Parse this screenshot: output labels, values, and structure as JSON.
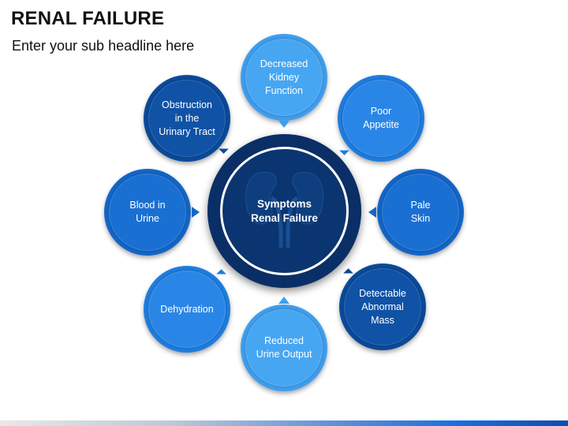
{
  "header": {
    "title": "RENAL FAILURE",
    "subtitle": "Enter your sub headline here"
  },
  "center": {
    "label": "Symptoms\nRenal Failure",
    "icon": "kidneys-icon",
    "color": "#0a2f66"
  },
  "nodes": [
    {
      "id": "decreased-kidney-function",
      "label": "Decreased\nKidney\nFunction",
      "color": "#3f9ff0"
    },
    {
      "id": "poor-appetite",
      "label": "Poor\nAppetite",
      "color": "#1f7de0"
    },
    {
      "id": "pale-skin",
      "label": "Pale\nSkin",
      "color": "#1466c8"
    },
    {
      "id": "detectable-abnormal-mass",
      "label": "Detectable\nAbnormal\nMass",
      "color": "#0c4a9a"
    },
    {
      "id": "reduced-urine-output",
      "label": "Reduced\nUrine Output",
      "color": "#3f9ff0"
    },
    {
      "id": "dehydration",
      "label": "Dehydration",
      "color": "#1f7de0"
    },
    {
      "id": "blood-in-urine",
      "label": "Blood in\nUrine",
      "color": "#1466c8"
    },
    {
      "id": "obstruction-urinary-tract",
      "label": "Obstruction\nin the\nUrinary Tract",
      "color": "#0c4a9a"
    }
  ]
}
